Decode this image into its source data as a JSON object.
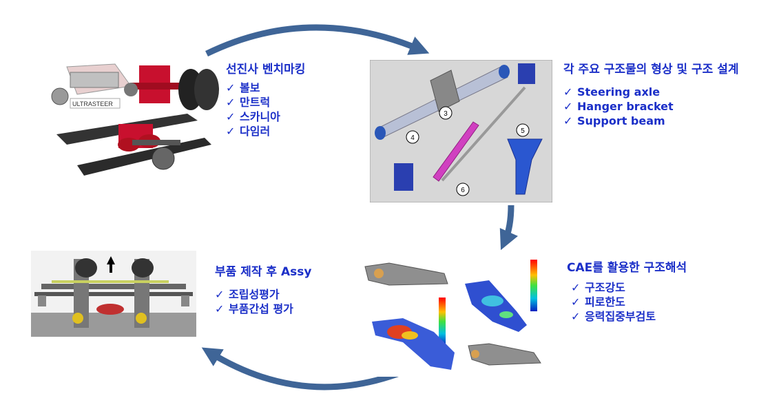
{
  "stages": [
    {
      "title": "선진사 벤치마킹",
      "items": [
        "볼보",
        "만트럭",
        "스카니아",
        "다임러"
      ]
    },
    {
      "title": "각 주요 구조물의 형상 및 구조 설계",
      "items": [
        "Steering axle",
        "Hanger bracket",
        "Support beam"
      ]
    },
    {
      "title": "CAE를 활용한 구조해석",
      "items": [
        "구조강도",
        "피로한도",
        "응력집중부검토"
      ]
    },
    {
      "title": "부품 제작 후 Assy",
      "items": [
        "조립성평가",
        "부품간섭 평가"
      ]
    }
  ],
  "checkmark": "✓",
  "logo_text": "ULTRASTEER",
  "part_callouts": [
    "3",
    "4",
    "5",
    "6"
  ],
  "colors": {
    "text": "#1b2fc8",
    "arrow": "#3f6597"
  }
}
